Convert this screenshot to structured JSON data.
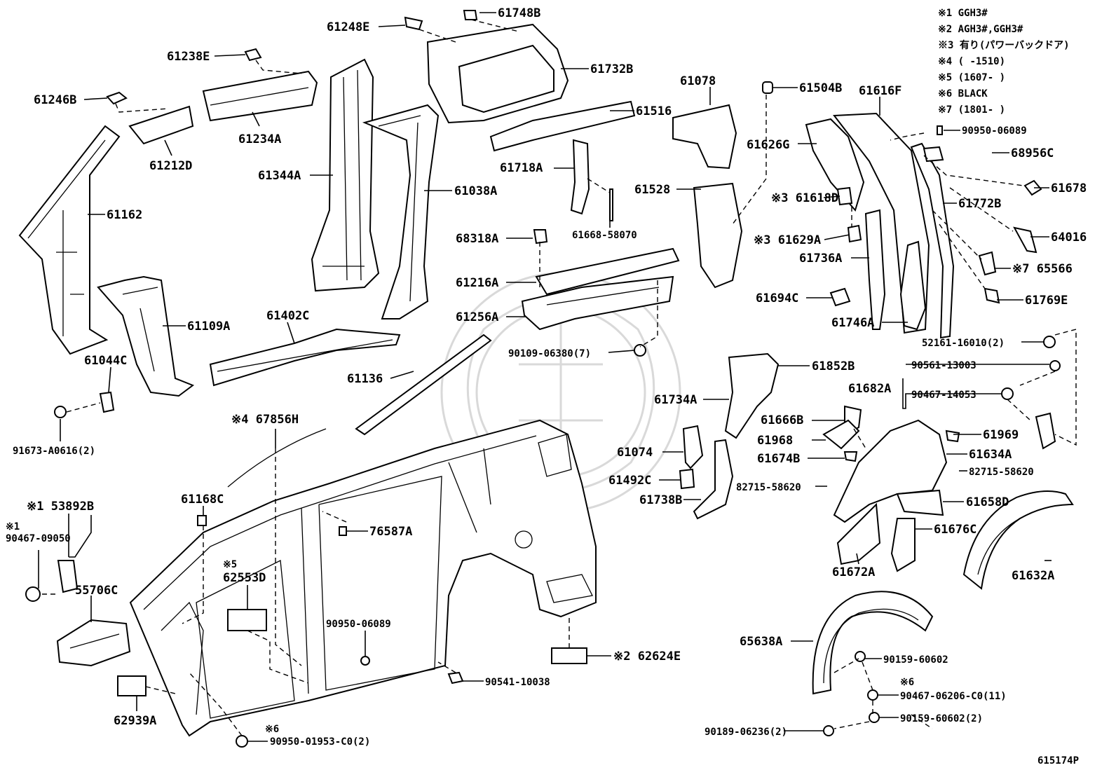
{
  "diagram_code": "615174P",
  "notes": [
    "※1 GGH3#",
    "※2 AGH3#,GGH3#",
    "※3 有り(パワーバックドア)",
    "※4 (      -1510)",
    "※5 (1607-      )",
    "※6 BLACK",
    "※7 (1801-      )"
  ],
  "labels": {
    "l61248E": "61248E",
    "l61748B": "61748B",
    "l61238E": "61238E",
    "l61732B": "61732B",
    "l61078": "61078",
    "l61504B": "61504B",
    "l61616F": "61616F",
    "l61246B": "61246B",
    "l61516": "61516",
    "l61234A": "61234A",
    "l61212D": "61212D",
    "l61626G": "61626G",
    "l90950_06089a": "90950-06089",
    "l68956C": "68956C",
    "l61344A": "61344A",
    "l61718A": "61718A",
    "l61038A": "61038A",
    "l61528": "61528",
    "l61618D": "※3 61618D",
    "l61678": "61678",
    "l61772B": "61772B",
    "l61162": "61162",
    "l61668": "61668-58070",
    "l68318A": "68318A",
    "l61629A": "※3 61629A",
    "l64016": "64016",
    "l61736A": "61736A",
    "l65566": "※7 65566",
    "l61216A": "61216A",
    "l61694C": "61694C",
    "l61769E": "61769E",
    "l61256A": "61256A",
    "l61746A": "61746A",
    "l61402C": "61402C",
    "l61109A": "61109A",
    "l52161": "52161-16010(2)",
    "l90109": "90109-06380(7)",
    "l61044C": "61044C",
    "l61852B": "61852B",
    "l90561": "90561-13003",
    "l61136": "61136",
    "l61682A": "61682A",
    "l90467_14053": "90467-14053",
    "l61734A": "61734A",
    "l91673": "91673-A0616(2)",
    "l67856H": "※4 67856H",
    "l61666B": "61666B",
    "l61969": "61969",
    "l61968": "61968",
    "l61074": "61074",
    "l61674B": "61674B",
    "l61634A": "61634A",
    "l82715_58620r": "82715-58620",
    "l61492C": "61492C",
    "l82715_58620l": "82715-58620",
    "l61168C": "61168C",
    "l61738B": "61738B",
    "l61658D": "61658D",
    "l53892B": "※1 53892B",
    "l76587A": "76587A",
    "l61676C": "61676C",
    "l90467_09050_note": "※1",
    "l90467_09050": "90467-09050",
    "l62553D_note": "※5",
    "l62553D": "62553D",
    "l61672A": "61672A",
    "l61632A": "61632A",
    "l55706C": "55706C",
    "l90950_06089b": "90950-06089",
    "l65638A": "65638A",
    "l62624E": "※2 62624E",
    "l90159_60602": "90159-60602",
    "l90541": "90541-10038",
    "l90467_06206_note": "※6",
    "l90467_06206": "90467-06206-C0(11)",
    "l62939A": "62939A",
    "l90159_60602_2": "90159-60602(2)",
    "l90950_01953_note": "※6",
    "l90950_01953": "90950-01953-C0(2)",
    "l90189": "90189-06236(2)"
  }
}
